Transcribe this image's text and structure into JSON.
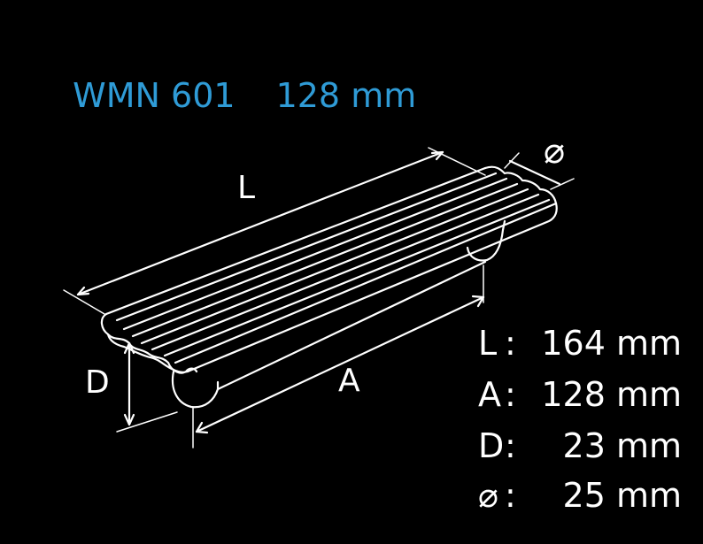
{
  "header": {
    "model": "WMN 601",
    "size": "128 mm"
  },
  "diagram": {
    "label_length": "L",
    "label_depth": "D",
    "label_spacing": "A",
    "label_diameter": "⌀"
  },
  "specs": [
    {
      "key": "L",
      "sep": ":",
      "value": "164 mm"
    },
    {
      "key": "A",
      "sep": ":",
      "value": "128 mm"
    },
    {
      "key": "D",
      "sep": ":",
      "value": "23 mm"
    },
    {
      "key": "⌀",
      "sep": ":",
      "value": "25 mm"
    }
  ],
  "colors": {
    "accent": "#2f9bd6",
    "line": "#ffffff",
    "background": "#000000"
  }
}
